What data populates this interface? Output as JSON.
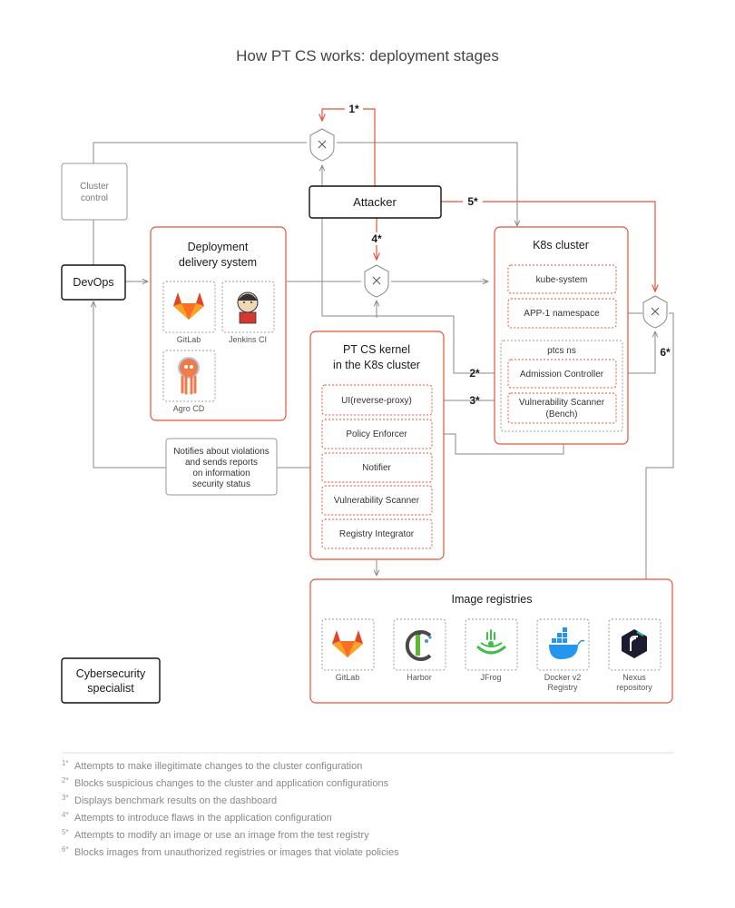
{
  "title": "How PT CS works: deployment stages",
  "nodes": {
    "cluster_control": [
      "Cluster",
      "control"
    ],
    "attacker": "Attacker",
    "devops": "DevOps",
    "cybersecurity": [
      "Cybersecurity",
      "specialist"
    ],
    "notifies": [
      "Notifies about violations",
      "and sends reports",
      "on information",
      "security status"
    ]
  },
  "deployment": {
    "title": [
      "Deployment",
      "delivery system"
    ],
    "tools": [
      "GitLab",
      "Jenkins CI",
      "Agro CD"
    ]
  },
  "k8s": {
    "title": "K8s cluster",
    "items": [
      "kube-system",
      "APP-1 namespace"
    ],
    "ptcs_ns": "ptcs ns",
    "ptcs_items": [
      "Admission Controller",
      "Vulnerability Scanner",
      "(Bench)"
    ]
  },
  "kernel": {
    "title": [
      "PT CS kernel",
      "in the K8s cluster"
    ],
    "modules": [
      "UI(reverse-proxy)",
      "Policy Enforcer",
      "Notifier",
      "Vulnerability Scanner",
      "Registry Integrator"
    ]
  },
  "registries": {
    "title": "Image registries",
    "items": [
      [
        "GitLab"
      ],
      [
        "Harbor"
      ],
      [
        "JFrog"
      ],
      [
        "Docker v2",
        "Registry"
      ],
      [
        "Nexus",
        "repository"
      ]
    ]
  },
  "markers": [
    "1*",
    "2*",
    "3*",
    "4*",
    "5*",
    "6*"
  ],
  "footnotes": [
    {
      "num": "1*",
      "text": "Attempts to make illegitimate changes to the cluster configuration"
    },
    {
      "num": "2*",
      "text": "Blocks suspicious changes to the cluster and application configurations"
    },
    {
      "num": "3*",
      "text": "Displays benchmark results on the dashboard"
    },
    {
      "num": "4*",
      "text": "Attempts to introduce flaws in the application configuration"
    },
    {
      "num": "5*",
      "text": "Attempts to modify an image or use an image from the test registry"
    },
    {
      "num": "6*",
      "text": "Blocks images from unauthorized registries or images that violate policies"
    }
  ],
  "colors": {
    "accent": "#e8503a",
    "line": "#8a8a8a"
  }
}
